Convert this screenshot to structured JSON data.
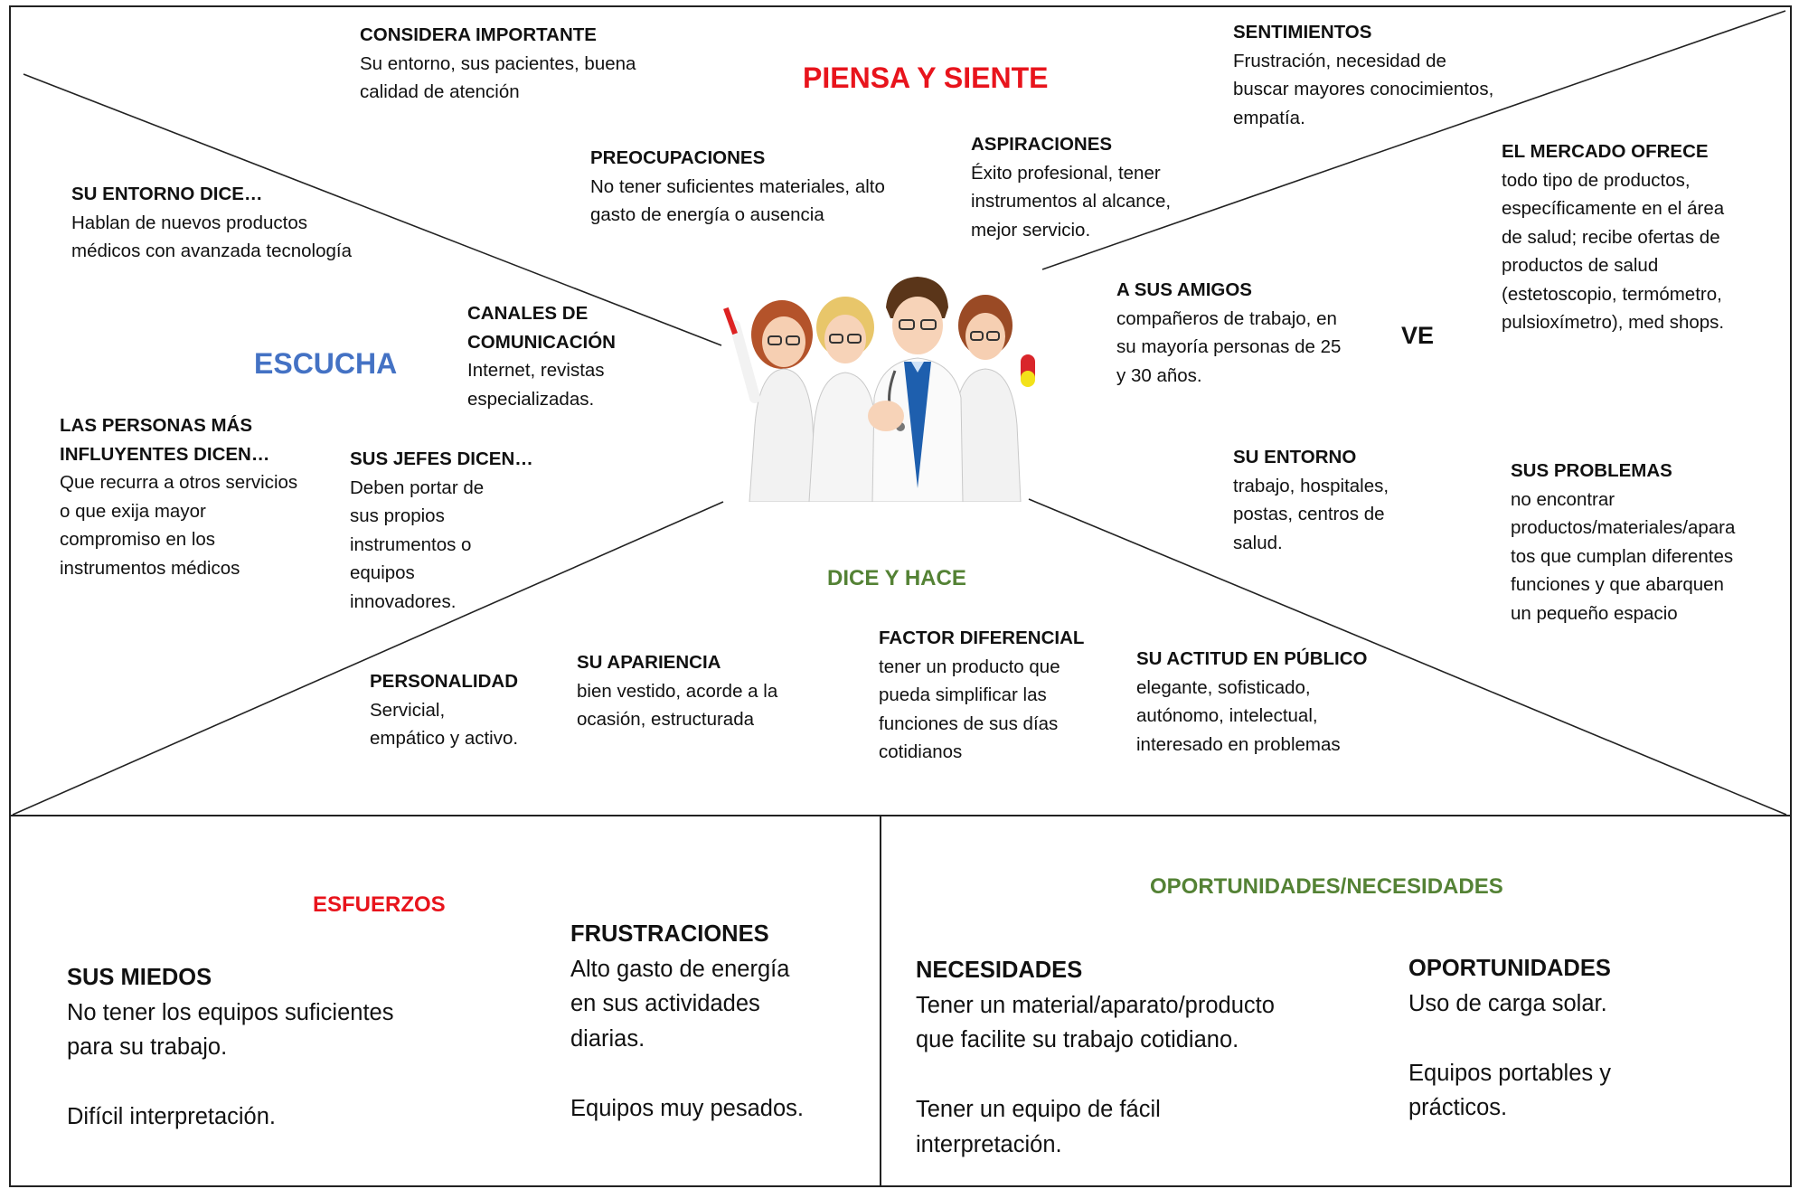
{
  "colors": {
    "red": "#e8141c",
    "blue": "#4472c4",
    "green": "#548235",
    "line": "#222222"
  },
  "sections": {
    "piensa": "PIENSA Y SIENTE",
    "escucha": "ESCUCHA",
    "ve": "VE",
    "dice": "DICE Y HACE",
    "esfuerzos": "ESFUERZOS",
    "oportunidades": "OPORTUNIDADES/NECESIDADES"
  },
  "blocks": {
    "considera": {
      "h": "CONSIDERA IMPORTANTE",
      "b": "Su entorno, sus pacientes, buena\ncalidad de atención"
    },
    "sentimientos": {
      "h": "SENTIMIENTOS",
      "b": "Frustración, necesidad de\nbuscar mayores conocimientos,\nempatía."
    },
    "preocupaciones": {
      "h": "PREOCUPACIONES",
      "b": "No tener suficientes materiales, alto\ngasto de energía o ausencia"
    },
    "aspiraciones": {
      "h": "ASPIRACIONES",
      "b": "Éxito profesional, tener\ninstrumentos al alcance,\nmejor servicio."
    },
    "mercado": {
      "h": "EL MERCADO OFRECE",
      "b": " todo tipo de productos,\nespecíficamente en el área\nde salud; recibe ofertas de\nproductos de salud\n(estetoscopio, termómetro,\npulsioxímetro), med shops."
    },
    "entorno_dice": {
      "h": "SU ENTORNO DICE…",
      "b": "Hablan de nuevos productos\nmédicos con avanzada tecnología"
    },
    "canales": {
      "h": "CANALES DE\nCOMUNICACIÓN",
      "b": "Internet, revistas\nespecializadas."
    },
    "amigos": {
      "h": "A SUS AMIGOS",
      "b": "compañeros de trabajo, en\nsu mayoría personas de 25\ny 30 años."
    },
    "influyentes": {
      "h": "LAS PERSONAS MÁS\nINFLUYENTES DICEN…",
      "b": "Que recurra a otros servicios\no que exija mayor\ncompromiso en los\ninstrumentos médicos"
    },
    "jefes": {
      "h": "SUS JEFES DICEN…",
      "b": "Deben portar de\nsus propios\ninstrumentos o\nequipos\ninnovadores."
    },
    "entorno": {
      "h": "SU ENTORNO",
      "b": "trabajo, hospitales,\npostas, centros de\nsalud."
    },
    "problemas": {
      "h": "SUS PROBLEMAS",
      "b": "no encontrar\nproductos/materiales/apara\ntos que cumplan diferentes\nfunciones y que abarquen\nun pequeño espacio"
    },
    "personalidad": {
      "h": "PERSONALIDAD",
      "b": "Servicial,\nempático y activo."
    },
    "apariencia": {
      "h": "SU APARIENCIA",
      "b": "bien vestido, acorde a la\nocasión, estructurada"
    },
    "factor": {
      "h": "FACTOR DIFERENCIAL",
      "b": "tener un producto que\npueda simplificar las\nfunciones de sus días\ncotidianos"
    },
    "actitud": {
      "h": "SU ACTITUD EN PÚBLICO",
      "b": "elegante, sofisticado,\nautónomo, intelectual,\ninteresado en problemas"
    }
  },
  "bottom": {
    "miedos": {
      "h": "SUS MIEDOS",
      "b": "No tener los equipos suficientes\npara su trabajo.\n\nDifícil interpretación."
    },
    "frustraciones": {
      "h": "FRUSTRACIONES",
      "b": "Alto gasto de energía\nen sus actividades\ndiarias.\n\nEquipos muy pesados."
    },
    "necesidades": {
      "h": "NECESIDADES",
      "b": "Tener un material/aparato/producto\nque facilite su trabajo cotidiano.\n\nTener un equipo de fácil\ninterpretación."
    },
    "oportunidades": {
      "h": "OPORTUNIDADES",
      "b": "Uso de carga solar.\n\nEquipos portables y\nprácticos."
    }
  },
  "image": {
    "icon": "doctors-group-illustration"
  }
}
